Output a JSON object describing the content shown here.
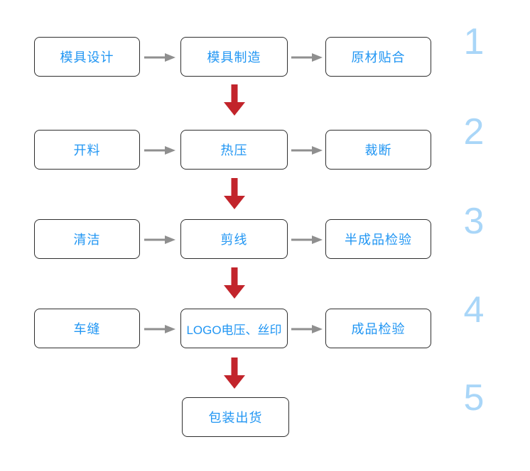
{
  "flowchart": {
    "rows": [
      {
        "number": "1",
        "steps": [
          "模具设计",
          "模具制造",
          "原材贴合"
        ]
      },
      {
        "number": "2",
        "steps": [
          "开料",
          "热压",
          "裁断"
        ]
      },
      {
        "number": "3",
        "steps": [
          "清洁",
          "剪线",
          "半成品检验"
        ]
      },
      {
        "number": "4",
        "steps": [
          "车缝",
          "LOGO电压、丝印",
          "成品检验"
        ]
      },
      {
        "number": "5",
        "steps": [
          "包装出货"
        ]
      }
    ],
    "colors": {
      "box_border": "#2e2e2e",
      "step_text": "#2196f3",
      "number_text": "#a9d6f8",
      "horizontal_arrow": "#8f8f8f",
      "vertical_arrow": "#c2242b",
      "background": "#ffffff"
    }
  }
}
